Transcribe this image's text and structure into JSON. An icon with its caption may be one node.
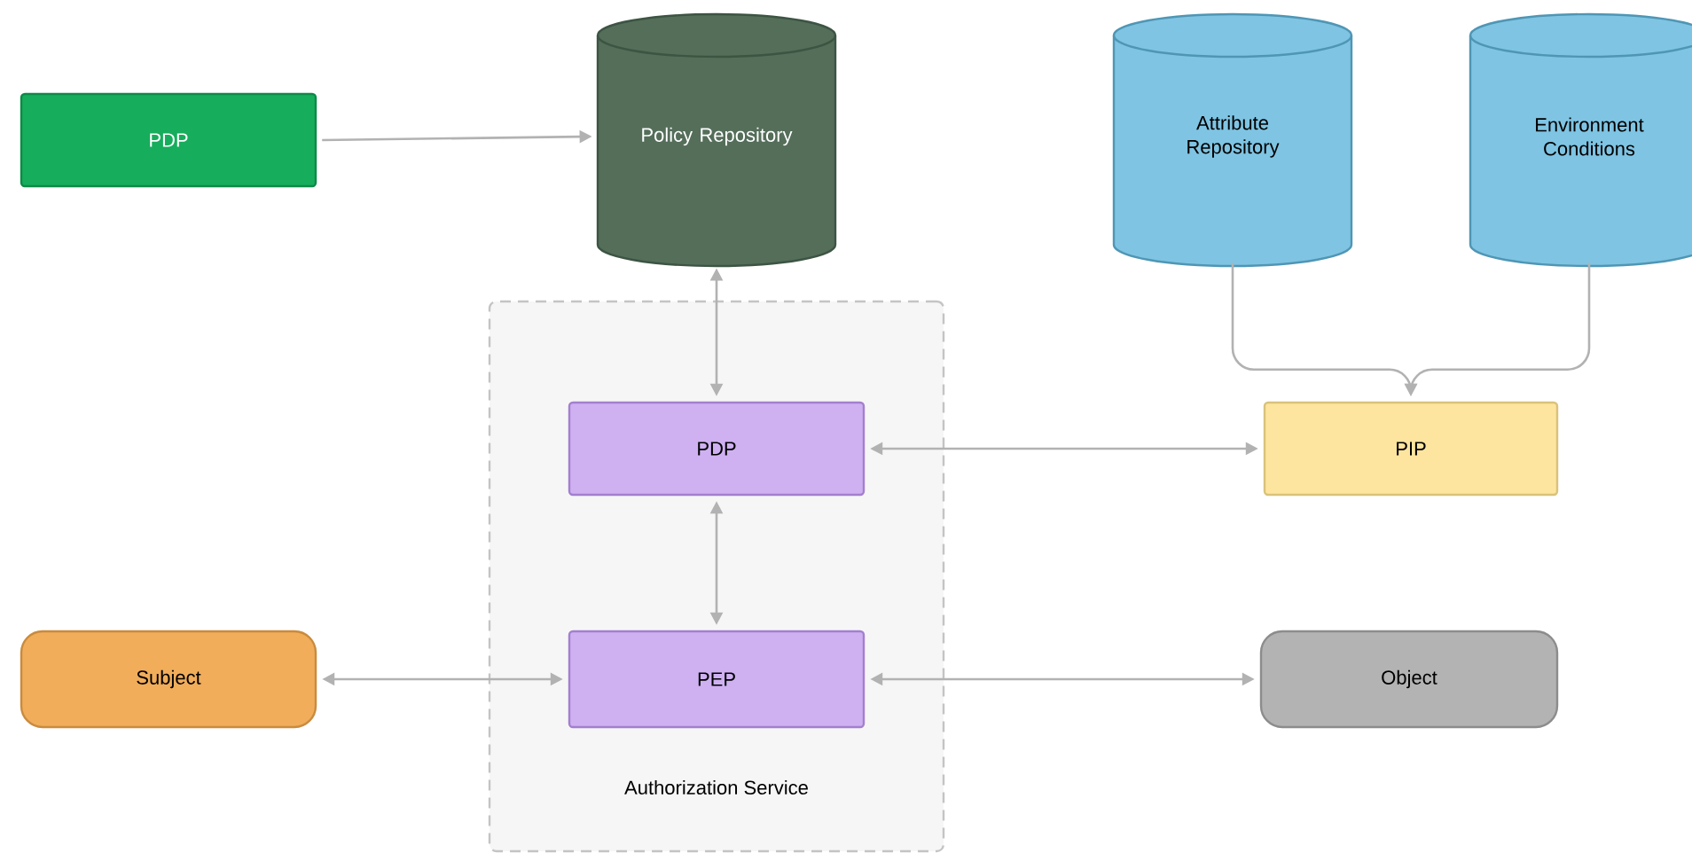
{
  "diagram": {
    "nodes": [
      {
        "text": [
          "PDP"
        ]
      },
      {
        "text": [
          "Policy Repository"
        ]
      },
      {
        "text": [
          "Attribute Repository"
        ]
      },
      {
        "text": [
          "Environment Conditions"
        ]
      },
      {
        "text": [
          "Authorization Service"
        ]
      },
      {
        "text": [
          "PDP"
        ],
        "in": 4
      },
      {
        "text": [
          "PEP"
        ],
        "in": 4
      },
      {
        "text": [
          "PIP"
        ]
      },
      {
        "text": [
          "Subject"
        ]
      },
      {
        "text": [
          "Object"
        ]
      }
    ],
    "edges": [
      {
        "from": 0,
        "to": 1,
        "arrow": "to"
      },
      {
        "from": 1,
        "to": 5,
        "arrow": "both"
      },
      {
        "from": 2,
        "to": 7,
        "arrow": "to"
      },
      {
        "from": 3,
        "to": 7,
        "arrow": "to"
      },
      {
        "from": 5,
        "to": 7,
        "arrow": "both"
      },
      {
        "from": 5,
        "to": 6,
        "arrow": "both"
      },
      {
        "from": 8,
        "to": 6,
        "arrow": "both"
      },
      {
        "from": 6,
        "to": 9,
        "arrow": "both"
      }
    ]
  }
}
